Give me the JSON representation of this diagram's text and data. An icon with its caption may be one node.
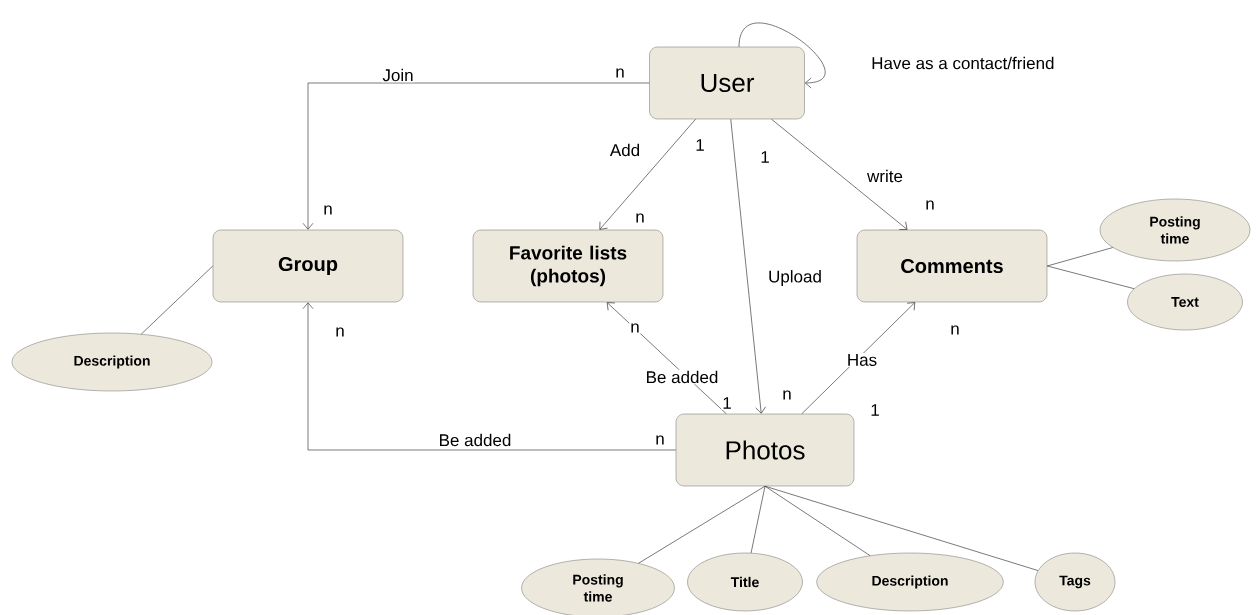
{
  "diagram": {
    "nodes": [
      {
        "text": [
          "User"
        ]
      },
      {
        "text": [
          "Group"
        ]
      },
      {
        "text": [
          "Favorite lists (photos)"
        ]
      },
      {
        "text": [
          "Comments"
        ]
      },
      {
        "text": [
          "Photos"
        ]
      },
      {
        "text": [
          "Description"
        ]
      },
      {
        "text": [
          "Posting time"
        ]
      },
      {
        "text": [
          "Text"
        ]
      },
      {
        "text": [
          "Posting time"
        ]
      },
      {
        "text": [
          "Title"
        ]
      },
      {
        "text": [
          "Description"
        ]
      },
      {
        "text": [
          "Tags"
        ]
      }
    ],
    "edges": [
      {
        "from": 0,
        "to": 0,
        "arrow": "to",
        "label": "Have as a contact/friend"
      },
      {
        "from": 0,
        "to": 1,
        "arrow": "to",
        "label": "Join"
      },
      {
        "from": 0,
        "to": 2,
        "arrow": "to",
        "label": "Add"
      },
      {
        "from": 0,
        "to": 4,
        "arrow": "to",
        "label": "Upload"
      },
      {
        "from": 0,
        "to": 3,
        "arrow": "to",
        "label": "write"
      },
      {
        "from": 4,
        "to": 2,
        "arrow": "to",
        "label": "Be added"
      },
      {
        "from": 4,
        "to": 1,
        "arrow": "to",
        "label": "Be added"
      },
      {
        "from": 4,
        "to": 3,
        "arrow": "to",
        "label": "Has"
      },
      {
        "from": 1,
        "to": 5,
        "arrow": "none"
      },
      {
        "from": 3,
        "to": 6,
        "arrow": "none"
      },
      {
        "from": 3,
        "to": 7,
        "arrow": "none"
      },
      {
        "from": 4,
        "to": 8,
        "arrow": "none"
      },
      {
        "from": 4,
        "to": 9,
        "arrow": "none"
      },
      {
        "from": 4,
        "to": 10,
        "arrow": "none"
      },
      {
        "from": 4,
        "to": 11,
        "arrow": "none"
      }
    ],
    "labels": [
      "n",
      "1",
      "1",
      "n",
      "n",
      "n",
      "n",
      "n",
      "n",
      "1",
      "n",
      "1",
      "n"
    ]
  }
}
